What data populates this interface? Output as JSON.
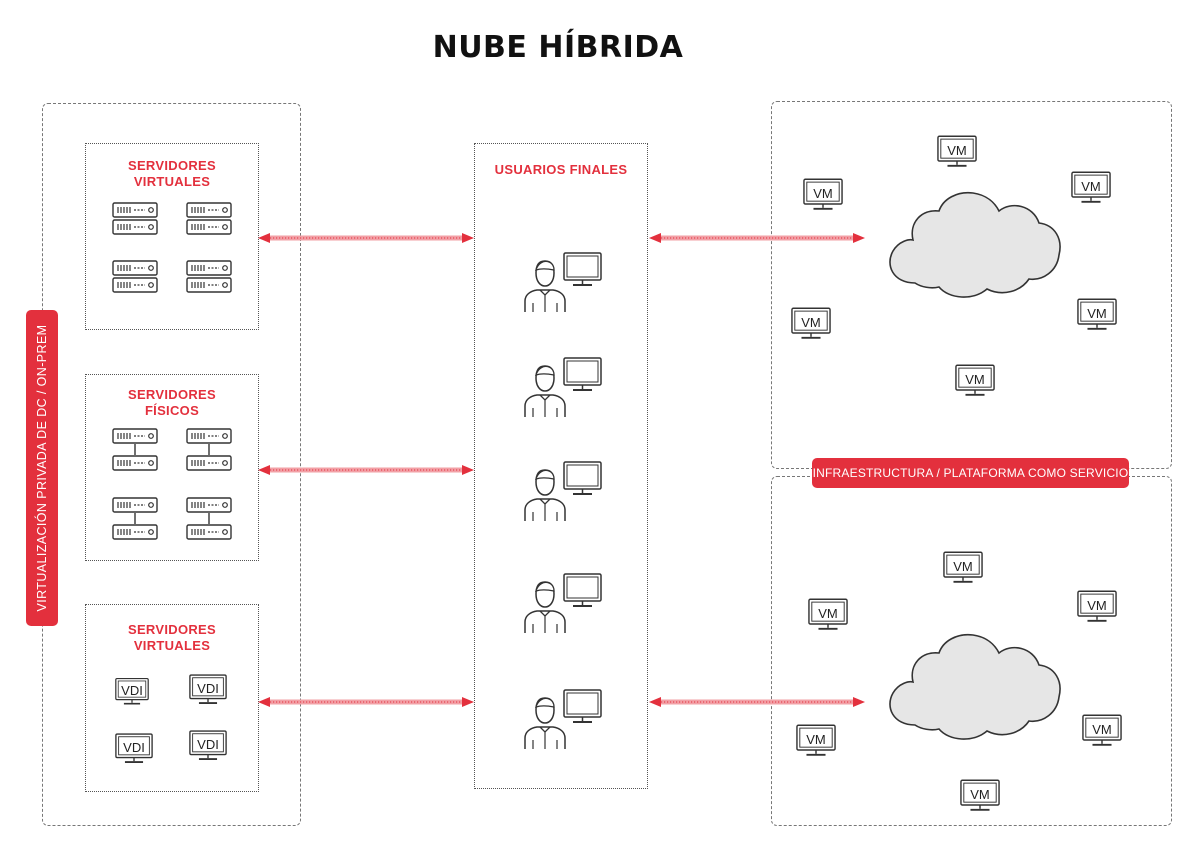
{
  "title": "NUBE HÍBRIDA",
  "left_badge": "VIRTUALIZACIÓN PRIVADA DE DC / ON-PREM",
  "right_badge": "INFRAESTRUCTURA / PLATAFORMA COMO SERVICIO",
  "groups": {
    "virtual_servers": "SERVIDORES\nVIRTUALES",
    "physical_servers": "SERVIDORES\nFÍSICOS",
    "vdi_servers": "SERVIDORES\nVIRTUALES",
    "end_users": "USUARIOS FINALES"
  },
  "labels": {
    "vm": "VM",
    "vdi": "VDI"
  },
  "colors": {
    "accent": "#e3303d",
    "arrow": "#f2a0a6",
    "cloud_fill": "#e6e6e6"
  }
}
